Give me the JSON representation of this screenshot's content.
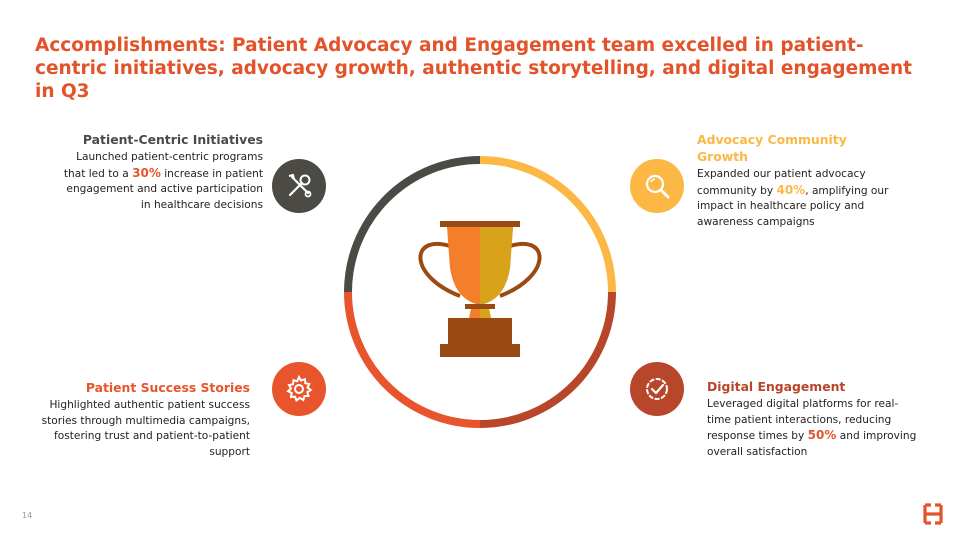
{
  "slide": {
    "title": "Accomplishments: Patient Advocacy and Engagement team excelled in patient-centric initiatives, advocacy growth, authentic storytelling, and digital engagement in Q3",
    "page_number": "14"
  },
  "blocks": {
    "patient_centric": {
      "heading": "Patient-Centric Initiatives",
      "text_before": "Launched patient-centric programs that led to a ",
      "highlight": "30%",
      "text_after": " increase in patient engagement and active participation in healthcare decisions",
      "icon": "tools-icon",
      "color": "#4b4a44"
    },
    "advocacy_growth": {
      "heading": "Advocacy Community Growth",
      "text_before": "Expanded our patient advocacy community by ",
      "highlight": "40%",
      "text_after": ", amplifying our impact in healthcare policy and awareness campaigns",
      "icon": "magnifier-icon",
      "color": "#fbb845"
    },
    "success_stories": {
      "heading": "Patient Success Stories",
      "text": "Highlighted authentic patient success stories through multimedia campaigns, fostering trust and patient-to-patient support",
      "icon": "gear-icon",
      "color": "#e8542c"
    },
    "digital_engagement": {
      "heading": "Digital Engagement",
      "text_before": "Leveraged digital platforms for real-time patient interactions, reducing response times by ",
      "highlight": "50%",
      "text_after": " and improving overall satisfaction",
      "icon": "check-badge-icon",
      "color": "#b8462a"
    }
  },
  "colors": {
    "title": "#e3532a",
    "ring_top_left": "#4b4a44",
    "ring_top_right": "#fbb845",
    "ring_bottom_left": "#e8542c",
    "ring_bottom_right": "#b8462a",
    "trophy_orange": "#f47f2a",
    "trophy_gold": "#d9a21b",
    "trophy_brown": "#9a4a12"
  }
}
